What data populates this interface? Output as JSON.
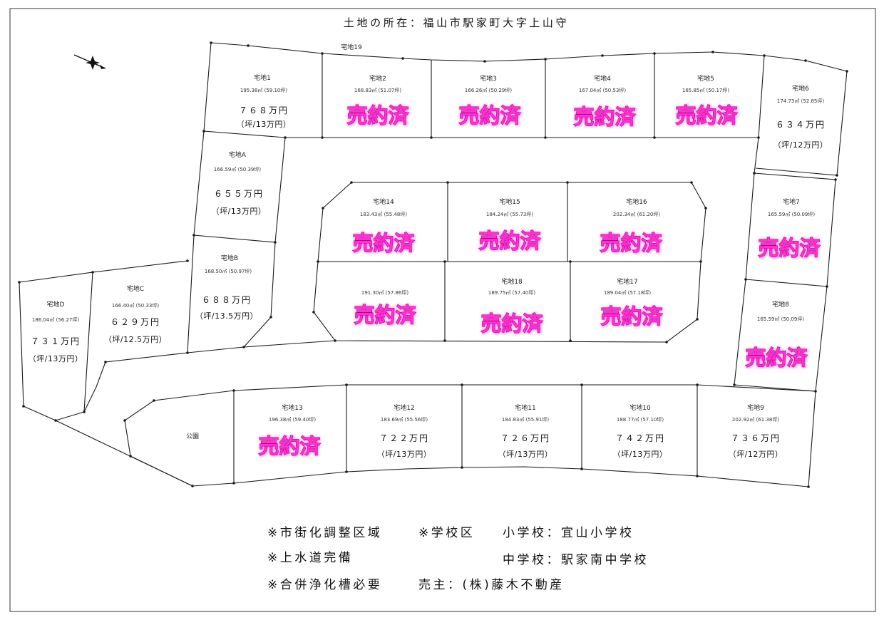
{
  "title": "土地の所在：福山市駅家町大字上山守",
  "road_label": "宅地19",
  "park_label": "公園",
  "colors": {
    "sold": "#ff2fd0",
    "line": "#1a1a1a"
  },
  "lots": {
    "lot1": {
      "name": "宅地1",
      "area": "195.38㎡ (59.10坪)",
      "price": "７６８万円",
      "unit_price": "（坪/13万円）"
    },
    "lot2": {
      "name": "宅地2",
      "area": "168.83㎡ (51.07坪)",
      "status": "売約済"
    },
    "lot3": {
      "name": "宅地3",
      "area": "166.26㎡ (50.29坪)",
      "status": "売約済"
    },
    "lot4": {
      "name": "宅地4",
      "area": "167.04㎡ (50.53坪)",
      "status": "売約済"
    },
    "lot5": {
      "name": "宅地5",
      "area": "165.85㎡ (50.17坪)",
      "status": "売約済"
    },
    "lot6": {
      "name": "宅地6",
      "area": "174.73㎡ (52.85坪)",
      "price": "６３４万円",
      "unit_price": "（坪/12万円）"
    },
    "lotA": {
      "name": "宅地A",
      "area": "166.59㎡ (50.39坪)",
      "price": "６５５万円",
      "unit_price": "（坪/13万円）"
    },
    "lotB": {
      "name": "宅地B",
      "area": "168.50㎡ (50.97坪)",
      "price": "６８８万円",
      "unit_price": "（坪/13.5万円）"
    },
    "lotC": {
      "name": "宅地C",
      "area": "166.40㎡ (50.33坪)",
      "price": "６２９万円",
      "unit_price": "（坪/12.5万円）"
    },
    "lotD": {
      "name": "宅地D",
      "area": "186.04㎡ (56.27坪)",
      "price": "７３１万円",
      "unit_price": "（坪/13万円）"
    },
    "lot7": {
      "name": "宅地7",
      "area": "165.59㎡ (50.09坪)",
      "status": "売約済"
    },
    "lot8": {
      "name": "宅地8",
      "area": "165.59㎡ (50.09坪)",
      "status": "売約済"
    },
    "lot14": {
      "name": "宅地14",
      "area": "183.43㎡ (55.48坪)",
      "status": "売約済"
    },
    "lot15": {
      "name": "宅地15",
      "area": "184.24㎡ (55.73坪)",
      "status": "売約済"
    },
    "lot16": {
      "name": "宅地16",
      "area": "202.34㎡ (61.20坪)",
      "status": "売約済"
    },
    "lot_unnamed": {
      "area": "191.30㎡ (57.86坪)",
      "status": "売約済"
    },
    "lot18": {
      "name": "宅地18",
      "area": "189.75㎡ (57.40坪)",
      "status": "売約済"
    },
    "lot17": {
      "name": "宅地17",
      "area": "189.04㎡ (57.18坪)",
      "status": "売約済"
    },
    "lot13": {
      "name": "宅地13",
      "area": "196.38㎡ (59.40坪)",
      "status": "売約済"
    },
    "lot12": {
      "name": "宅地12",
      "area": "183.69㎡ (55.56坪)",
      "price": "７２２万円",
      "unit_price": "（坪/13万円）"
    },
    "lot11": {
      "name": "宅地11",
      "area": "184.83㎡ (55.91坪)",
      "price": "７２６万円",
      "unit_price": "（坪/13万円）"
    },
    "lot10": {
      "name": "宅地10",
      "area": "188.77㎡ (57.10坪)",
      "price": "７４２万円",
      "unit_price": "（坪/13万円）"
    },
    "lot9": {
      "name": "宅地9",
      "area": "202.92㎡ (61.38坪)",
      "price": "７３６万円",
      "unit_price": "（坪/12万円）"
    }
  },
  "notes": {
    "zone": "※市街化調整区域",
    "water": "※上水道完備",
    "septic": "※合併浄化槽必要",
    "school_district": "※学校区",
    "elementary": "小学校：宜山小学校",
    "junior_high": "中学校：駅家南中学校",
    "seller": "売主：(株)藤木不動産"
  }
}
